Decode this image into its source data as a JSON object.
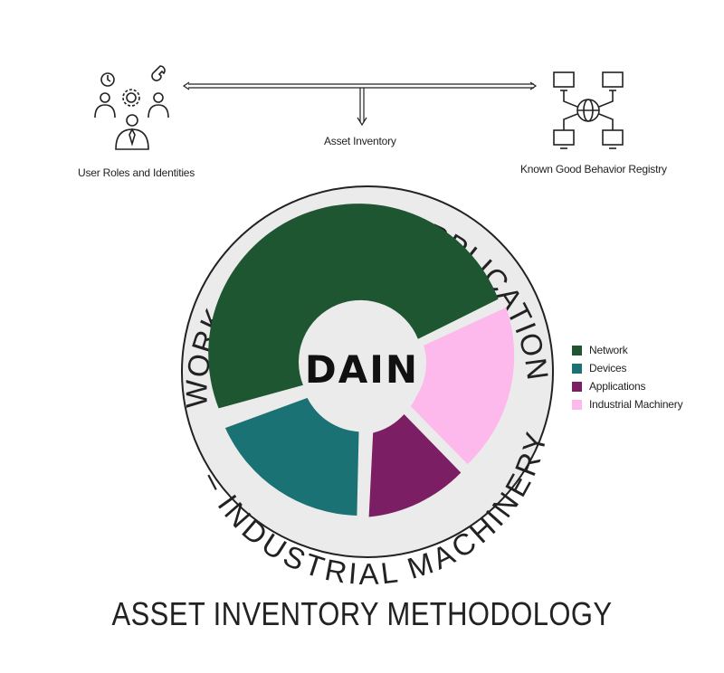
{
  "title": "ASSET INVENTORY METHODOLOGY",
  "center_label": "DAIN",
  "connector_label": "Asset Inventory",
  "left_node": {
    "label": "User Roles and Identities",
    "icon": "users-gears-icon"
  },
  "right_node": {
    "label": "Known Good Behavior Registry",
    "icon": "network-globe-icon"
  },
  "ring_text": {
    "arc_top": "NETWORK – DEVICES – APPLICATIONS –",
    "arc_bottom": "– INDUSTRIAL MACHINERY"
  },
  "legend": [
    {
      "label": "Network",
      "color": "#1e5631"
    },
    {
      "label": "Devices",
      "color": "#1a7274"
    },
    {
      "label": "Applications",
      "color": "#7b1e63"
    },
    {
      "label": "Industrial Machinery",
      "color": "#fdb8ec"
    }
  ],
  "segments": [
    {
      "name": "Network",
      "share": 0.5
    },
    {
      "name": "Industrial Machinery",
      "share": 0.22
    },
    {
      "name": "Applications",
      "share": 0.12
    },
    {
      "name": "Devices",
      "share": 0.16
    }
  ]
}
